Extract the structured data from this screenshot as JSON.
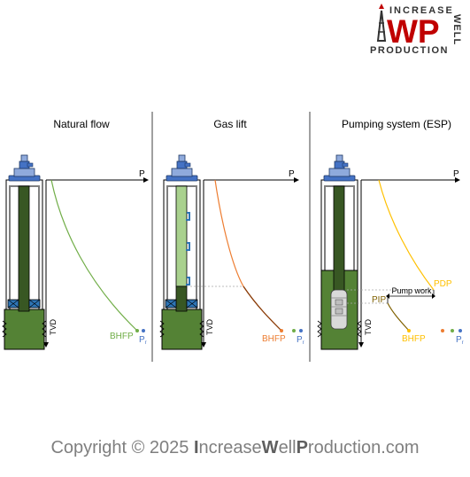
{
  "logo": {
    "word_top": "INCREASE",
    "word_side": "WELL",
    "letters": "WP",
    "word_bottom": "PRODUCTION"
  },
  "panels": [
    {
      "title": "Natural flow",
      "p_axis": "P",
      "tvd_axis": "TVD",
      "bhfp": "BHFP",
      "pr": "P",
      "pr_sub": "r"
    },
    {
      "title": "Gas lift",
      "p_axis": "P",
      "tvd_axis": "TVD",
      "bhfp": "BHFP",
      "pr": "P",
      "pr_sub": "r"
    },
    {
      "title": "Pumping system (ESP)",
      "p_axis": "P",
      "tvd_axis": "TVD",
      "bhfp": "BHFP",
      "pr": "P",
      "pr_sub": "r",
      "pdp": "PDP",
      "pip": "PIP",
      "pump_work": "Pump work"
    }
  ],
  "colors": {
    "natural_flow_curve": "#70ad47",
    "gas_lift_curve": "#ed7d31",
    "esp_upper_curve": "#ffc000",
    "esp_lower_curve": "#7f6000",
    "pr_dot": "#4472c4",
    "fluid_green": "#548235",
    "light_fluid": "#a9d18e",
    "wellhead_blue": "#4472c4",
    "packer_blue": "#2e75b6"
  },
  "copyright": {
    "prefix": "Copyright © 2025 ",
    "b1": "I",
    "t1": "ncrease",
    "b2": "W",
    "t2": "ell",
    "b3": "P",
    "t3": "roduction",
    "suffix": ".com"
  }
}
